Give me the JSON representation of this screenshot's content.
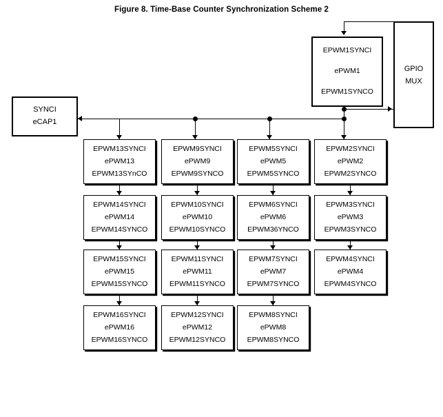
{
  "figure": {
    "title": "Figure 8.  Time-Base Counter Synchronization Scheme 2"
  },
  "ecap_block": {
    "sync_in": "SYNCI",
    "name": "eCAP1"
  },
  "gpio_block": {
    "line1": "GPIO",
    "line2": "MUX"
  },
  "epwm1": {
    "sync_in": "EPWM1SYNCI",
    "name": "ePWM1",
    "sync_out": "EPWM1SYNCO"
  },
  "columns": [
    {
      "blocks": [
        {
          "sync_in": "EPWM13SYNCI",
          "name": "ePWM13",
          "sync_out": "EPWM13SYnCO"
        },
        {
          "sync_in": "EPWM14SYNCI",
          "name": "ePWM14",
          "sync_out": "EPWM14SYNCO"
        },
        {
          "sync_in": "EPWM15SYNCI",
          "name": "ePWM15",
          "sync_out": "EPWM15SYNCO"
        },
        {
          "sync_in": "EPWM16SYNCI",
          "name": "ePWM16",
          "sync_out": "EPWM16SYNCO"
        }
      ]
    },
    {
      "blocks": [
        {
          "sync_in": "EPWM9SYNCI",
          "name": "ePWM9",
          "sync_out": "EPWM9SYNCO"
        },
        {
          "sync_in": "EPWM10SYNCI",
          "name": "ePWM10",
          "sync_out": "EPWM10SYNCO"
        },
        {
          "sync_in": "EPWM11SYNCI",
          "name": "ePWM11",
          "sync_out": "EPWM11SYNCO"
        },
        {
          "sync_in": "EPWM12SYNCI",
          "name": "ePWM12",
          "sync_out": "EPWM12SYNCO"
        }
      ]
    },
    {
      "blocks": [
        {
          "sync_in": "EPWM5SYNCI",
          "name": "ePWM5",
          "sync_out": "EPWM5SYNCO"
        },
        {
          "sync_in": "EPWM6SYNCI",
          "name": "ePWM6",
          "sync_out": "EPWM36YNCO"
        },
        {
          "sync_in": "EPWM7SYNCI",
          "name": "ePWM7",
          "sync_out": "EPWM7SYNCO"
        },
        {
          "sync_in": "EPWM8SYNCI",
          "name": "ePWM8",
          "sync_out": "EPWM8SYNCO"
        }
      ]
    },
    {
      "blocks": [
        {
          "sync_in": "EPWM2SYNCI",
          "name": "ePWM2",
          "sync_out": "EPWM2SYNCO"
        },
        {
          "sync_in": "EPWM3SYNCI",
          "name": "ePWM3",
          "sync_out": "EPWM3SYNCO"
        },
        {
          "sync_in": "EPWM4SYNCI",
          "name": "ePWM4",
          "sync_out": "EPWM4SYNCO"
        }
      ]
    }
  ]
}
